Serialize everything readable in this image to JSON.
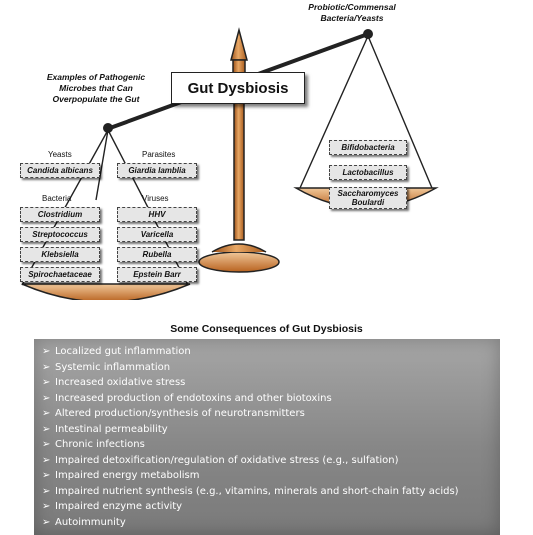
{
  "diagram": {
    "title": "Gut Dysbiosis",
    "left_pan_title": "Examples of Pathogenic Microbes that Can Overpopulate the Gut",
    "right_pan_title": "Probiotic/Commensal Bacteria/Yeasts",
    "groups": {
      "yeasts": {
        "label": "Yeasts",
        "items": [
          "Candida albicans"
        ]
      },
      "parasites": {
        "label": "Parasites",
        "items": [
          "Giardia lamblia"
        ]
      },
      "bacteria": {
        "label": "Bacteria",
        "items": [
          "Clostridium",
          "Streptococcus",
          "Klebsiella",
          "Spirochaetaceae"
        ]
      },
      "viruses": {
        "label": "Viruses",
        "items": [
          "HHV",
          "Varicella",
          "Rubella",
          "Epstein Barr"
        ]
      }
    },
    "probiotics": [
      "Bifidobacteria",
      "Lactobacillus",
      "Saccharomyces Boulardi"
    ]
  },
  "consequences": {
    "title": "Some Consequences of Gut Dysbiosis",
    "bullet_icon": "checkmark-arrow-icon",
    "items": [
      "Localized gut inflammation",
      "Systemic inflammation",
      "Increased oxidative stress",
      "Increased production of endotoxins and other biotoxins",
      "Altered production/synthesis of neurotransmitters",
      "Intestinal permeability",
      "Chronic infections",
      "Impaired detoxification/regulation of oxidative stress (e.g., sulfation)",
      "Impaired energy metabolism",
      "Impaired nutrient synthesis (e.g., vitamins, minerals and short-chain fatty acids)",
      "Impaired enzyme activity",
      "Autoimmunity"
    ]
  },
  "colors": {
    "bronze": "#c9782e",
    "bronze_light": "#e8a866",
    "box_gray": "#8c8c8c"
  }
}
